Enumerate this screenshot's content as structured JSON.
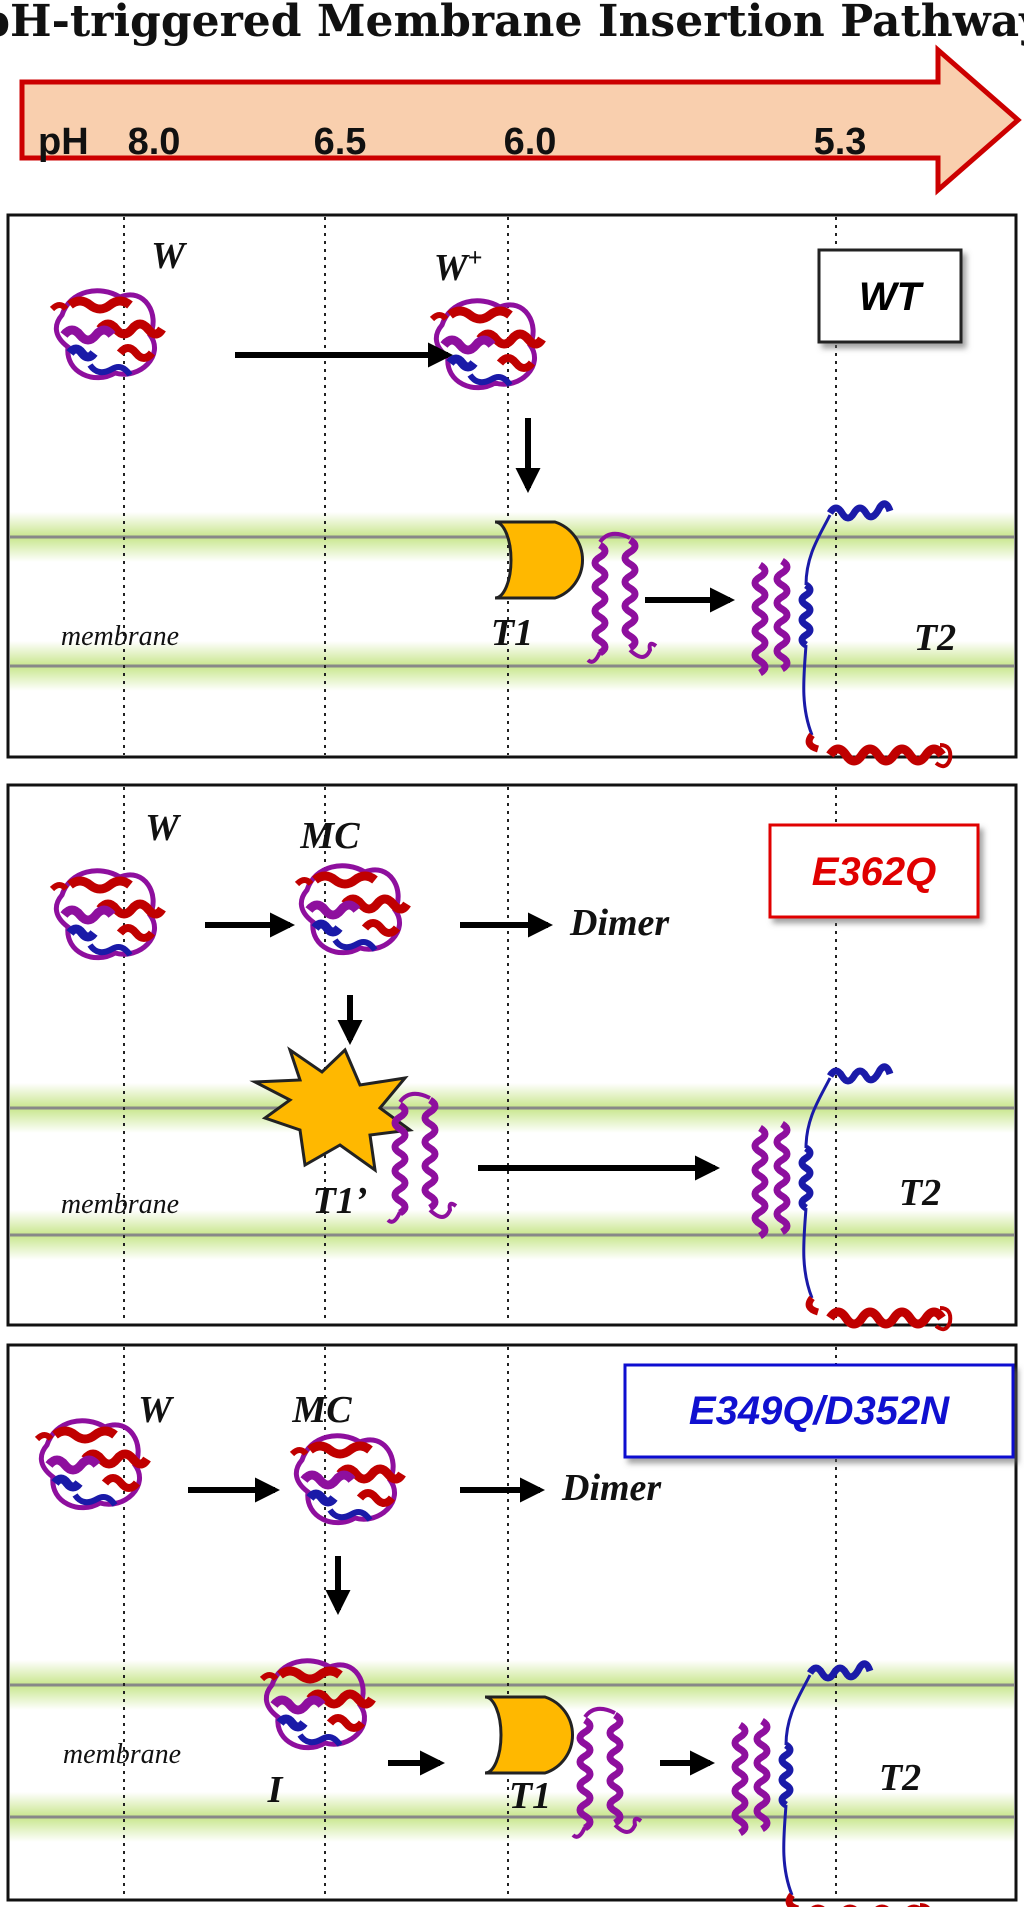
{
  "title": "pH-triggered Membrane Insertion Pathway",
  "ph_axis": {
    "unit": "pH",
    "ticks": [
      "8.0",
      "6.5",
      "6.0",
      "5.3"
    ]
  },
  "panels": [
    {
      "variant": "WT",
      "variant_color": "#000000",
      "labels": {
        "start": "W",
        "intermediate": "W+",
        "t1": "T1",
        "t2": "T2",
        "membrane": "membrane"
      }
    },
    {
      "variant": "E362Q",
      "variant_color": "#e00000",
      "labels": {
        "start": "W",
        "intermediate": "MC",
        "dimer": "Dimer",
        "t1": "T1’",
        "t2": "T2",
        "membrane": "membrane"
      }
    },
    {
      "variant": "E349Q/D352N",
      "variant_color": "#1010d0",
      "labels": {
        "start": "W",
        "intermediate": "MC",
        "dimer": "Dimer",
        "insert": "I",
        "t1": "T1",
        "t2": "T2",
        "membrane": "membrane"
      }
    }
  ],
  "colors": {
    "arrow_fill": "#f9cfae",
    "arrow_stroke": "#cc0000",
    "membrane_glow": "#c8e68c",
    "channel": "#ffb800",
    "protein_red": "#c00000",
    "protein_purple": "#8e0f9e",
    "protein_blue": "#1a1aa8"
  }
}
